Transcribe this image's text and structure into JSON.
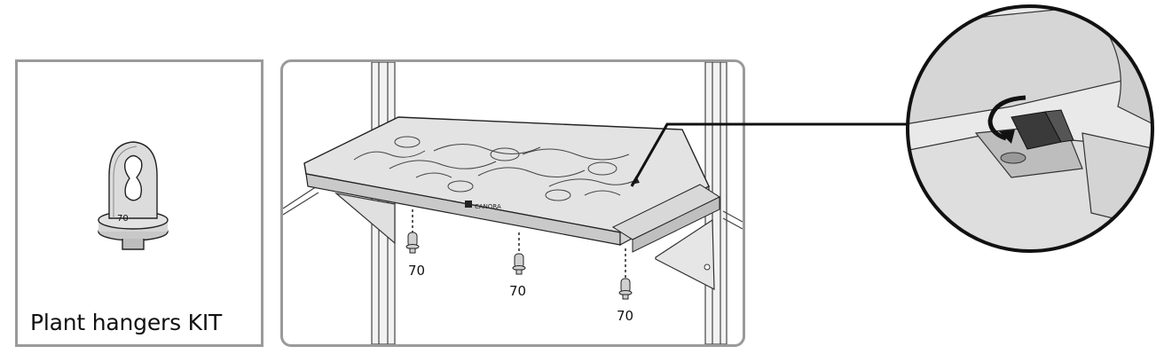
{
  "kit_panel": {
    "label": "Plant hangers KIT",
    "hanger_number": "70"
  },
  "main_panel": {
    "brand_logo_text": "CANORA",
    "callouts": [
      {
        "label": "70"
      },
      {
        "label": "70"
      },
      {
        "label": "70"
      }
    ]
  },
  "colors": {
    "panel_border": "#9a9a9a",
    "line": "#222222",
    "part_fill": "#d9d9d9",
    "knob_fill": "#3a3a3a"
  }
}
